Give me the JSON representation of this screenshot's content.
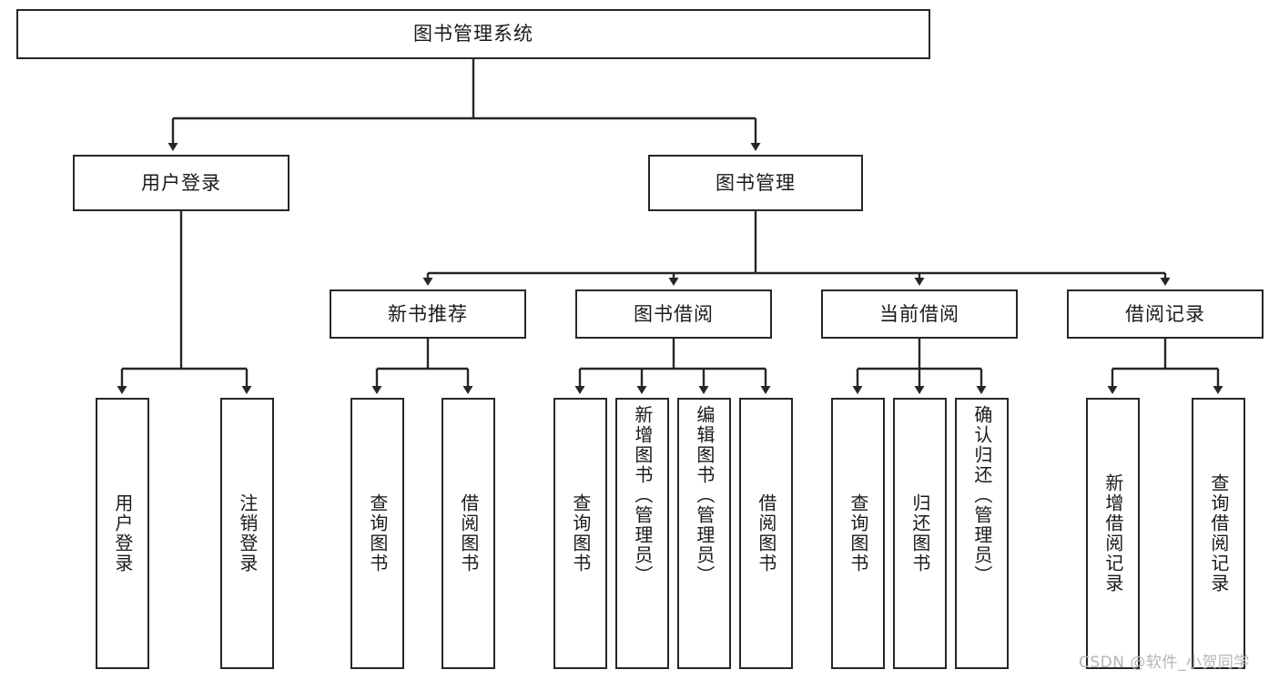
{
  "diagram": {
    "type": "tree",
    "title": "图书管理系统",
    "colors": {
      "box_border": "#262626",
      "box_fill": "#ffffff",
      "connector": "#262626",
      "text": "#1a1a1a",
      "watermark": "#b5b5b5"
    },
    "root": {
      "label": "图书管理系统"
    },
    "level2": [
      {
        "label": "用户登录"
      },
      {
        "label": "图书管理"
      }
    ],
    "level3": [
      {
        "label": "新书推荐"
      },
      {
        "label": "图书借阅"
      },
      {
        "label": "当前借阅"
      },
      {
        "label": "借阅记录"
      }
    ],
    "leaves": {
      "user_login": [
        {
          "label": "用户登录"
        },
        {
          "label": "注销登录"
        }
      ],
      "new_book_rec": [
        {
          "label": "查询图书"
        },
        {
          "label": "借阅图书"
        }
      ],
      "book_borrow": [
        {
          "label": "查询图书"
        },
        {
          "label": "新增图书（管理员）"
        },
        {
          "label": "编辑图书（管理员）"
        },
        {
          "label": "借阅图书"
        }
      ],
      "current_borrow": [
        {
          "label": "查询图书"
        },
        {
          "label": "归还图书"
        },
        {
          "label": "确认归还（管理员）"
        }
      ],
      "borrow_record": [
        {
          "label": "新增借阅记录"
        },
        {
          "label": "查询借阅记录"
        }
      ]
    }
  },
  "watermark": {
    "text": "CSDN @软件_小贺同学"
  }
}
